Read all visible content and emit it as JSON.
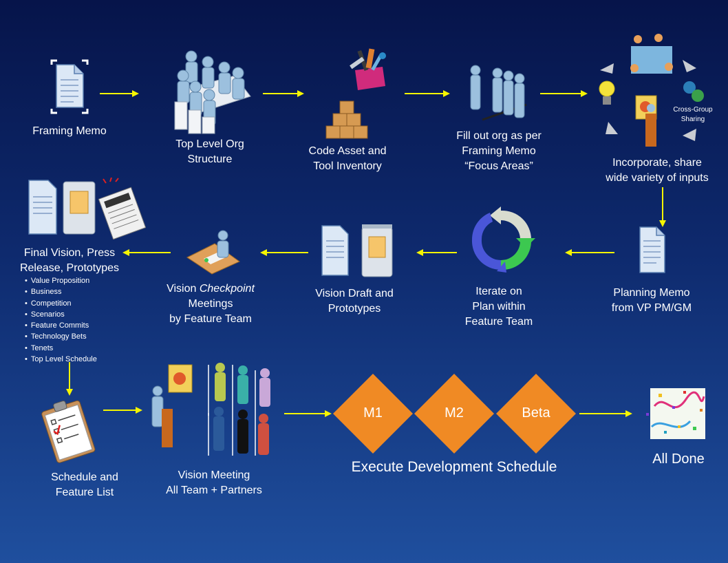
{
  "nodes": {
    "framing_memo": "Framing Memo",
    "org_structure": [
      "Top Level Org",
      "Structure"
    ],
    "code_asset": [
      "Code Asset and",
      "Tool Inventory"
    ],
    "fill_org": [
      "Fill out org as per",
      "Framing Memo",
      "“Focus Areas”"
    ],
    "incorporate": [
      "Incorporate, share",
      "wide variety of inputs"
    ],
    "cross_group": [
      "Cross-Group",
      "Sharing"
    ],
    "planning_memo": [
      "Planning Memo",
      "from VP PM/GM"
    ],
    "iterate": [
      "Iterate on",
      "Plan within",
      "Feature Team"
    ],
    "vision_draft": [
      "Vision Draft and",
      "Prototypes"
    ],
    "checkpoint": {
      "pre": "Vision ",
      "italic": "Checkpoint",
      "line2": "Meetings",
      "line3": "by Feature Team"
    },
    "final_vision": [
      "Final Vision, Press",
      "Release, Prototypes"
    ],
    "schedule": [
      "Schedule and",
      "Feature List"
    ],
    "vision_meeting": [
      "Vision Meeting",
      "All Team + Partners"
    ],
    "execute": "Execute Development Schedule",
    "all_done": "All Done"
  },
  "final_vision_bullets": [
    "Value Proposition",
    "Business",
    "Competition",
    "Scenarios",
    "Feature Commits",
    "Technology Bets",
    "Tenets",
    "Top Level Schedule"
  ],
  "milestones": [
    "M1",
    "M2",
    "Beta"
  ],
  "colors": {
    "arrow": "#f5f500",
    "diamond": "#f08a24",
    "background_top": "#06144a",
    "background_bottom": "#1f4f9e"
  }
}
